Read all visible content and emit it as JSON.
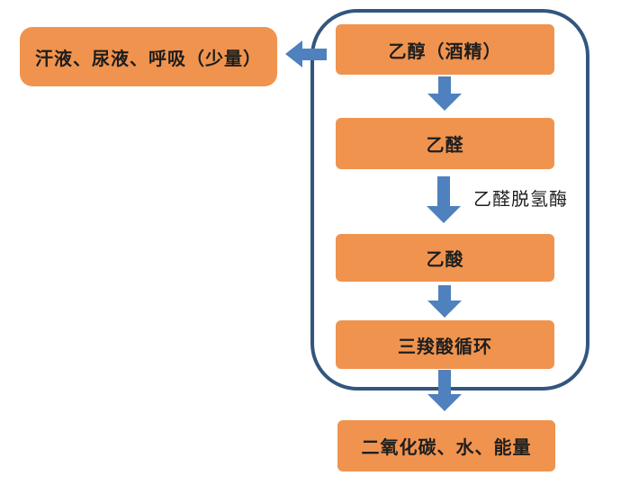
{
  "flowchart": {
    "nodes": {
      "excretion": "汗液、尿液、呼吸（少量）",
      "ethanol": "乙醇（酒精）",
      "acetaldehyde": "乙醛",
      "acetic_acid": "乙酸",
      "tca_cycle": "三羧酸循环",
      "final_products": "二氧化碳、水、能量"
    },
    "edge_labels": {
      "acetaldehyde_to_acetic": "乙醛脱氢酶"
    },
    "colors": {
      "node_fill": "#F0934E",
      "arrow": "#4E81BD",
      "boundary": "#33567E",
      "text": "#1E1E1E",
      "background": "#FFFFFF"
    }
  }
}
